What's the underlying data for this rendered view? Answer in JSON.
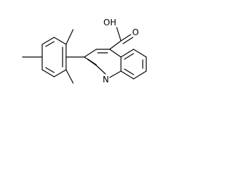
{
  "molecule": {
    "atom_labels": {
      "oh": "OH",
      "carbonyl_o": "O",
      "ring_n": "N"
    }
  },
  "colors": {
    "bond": "#000000",
    "background": "#ffffff"
  }
}
